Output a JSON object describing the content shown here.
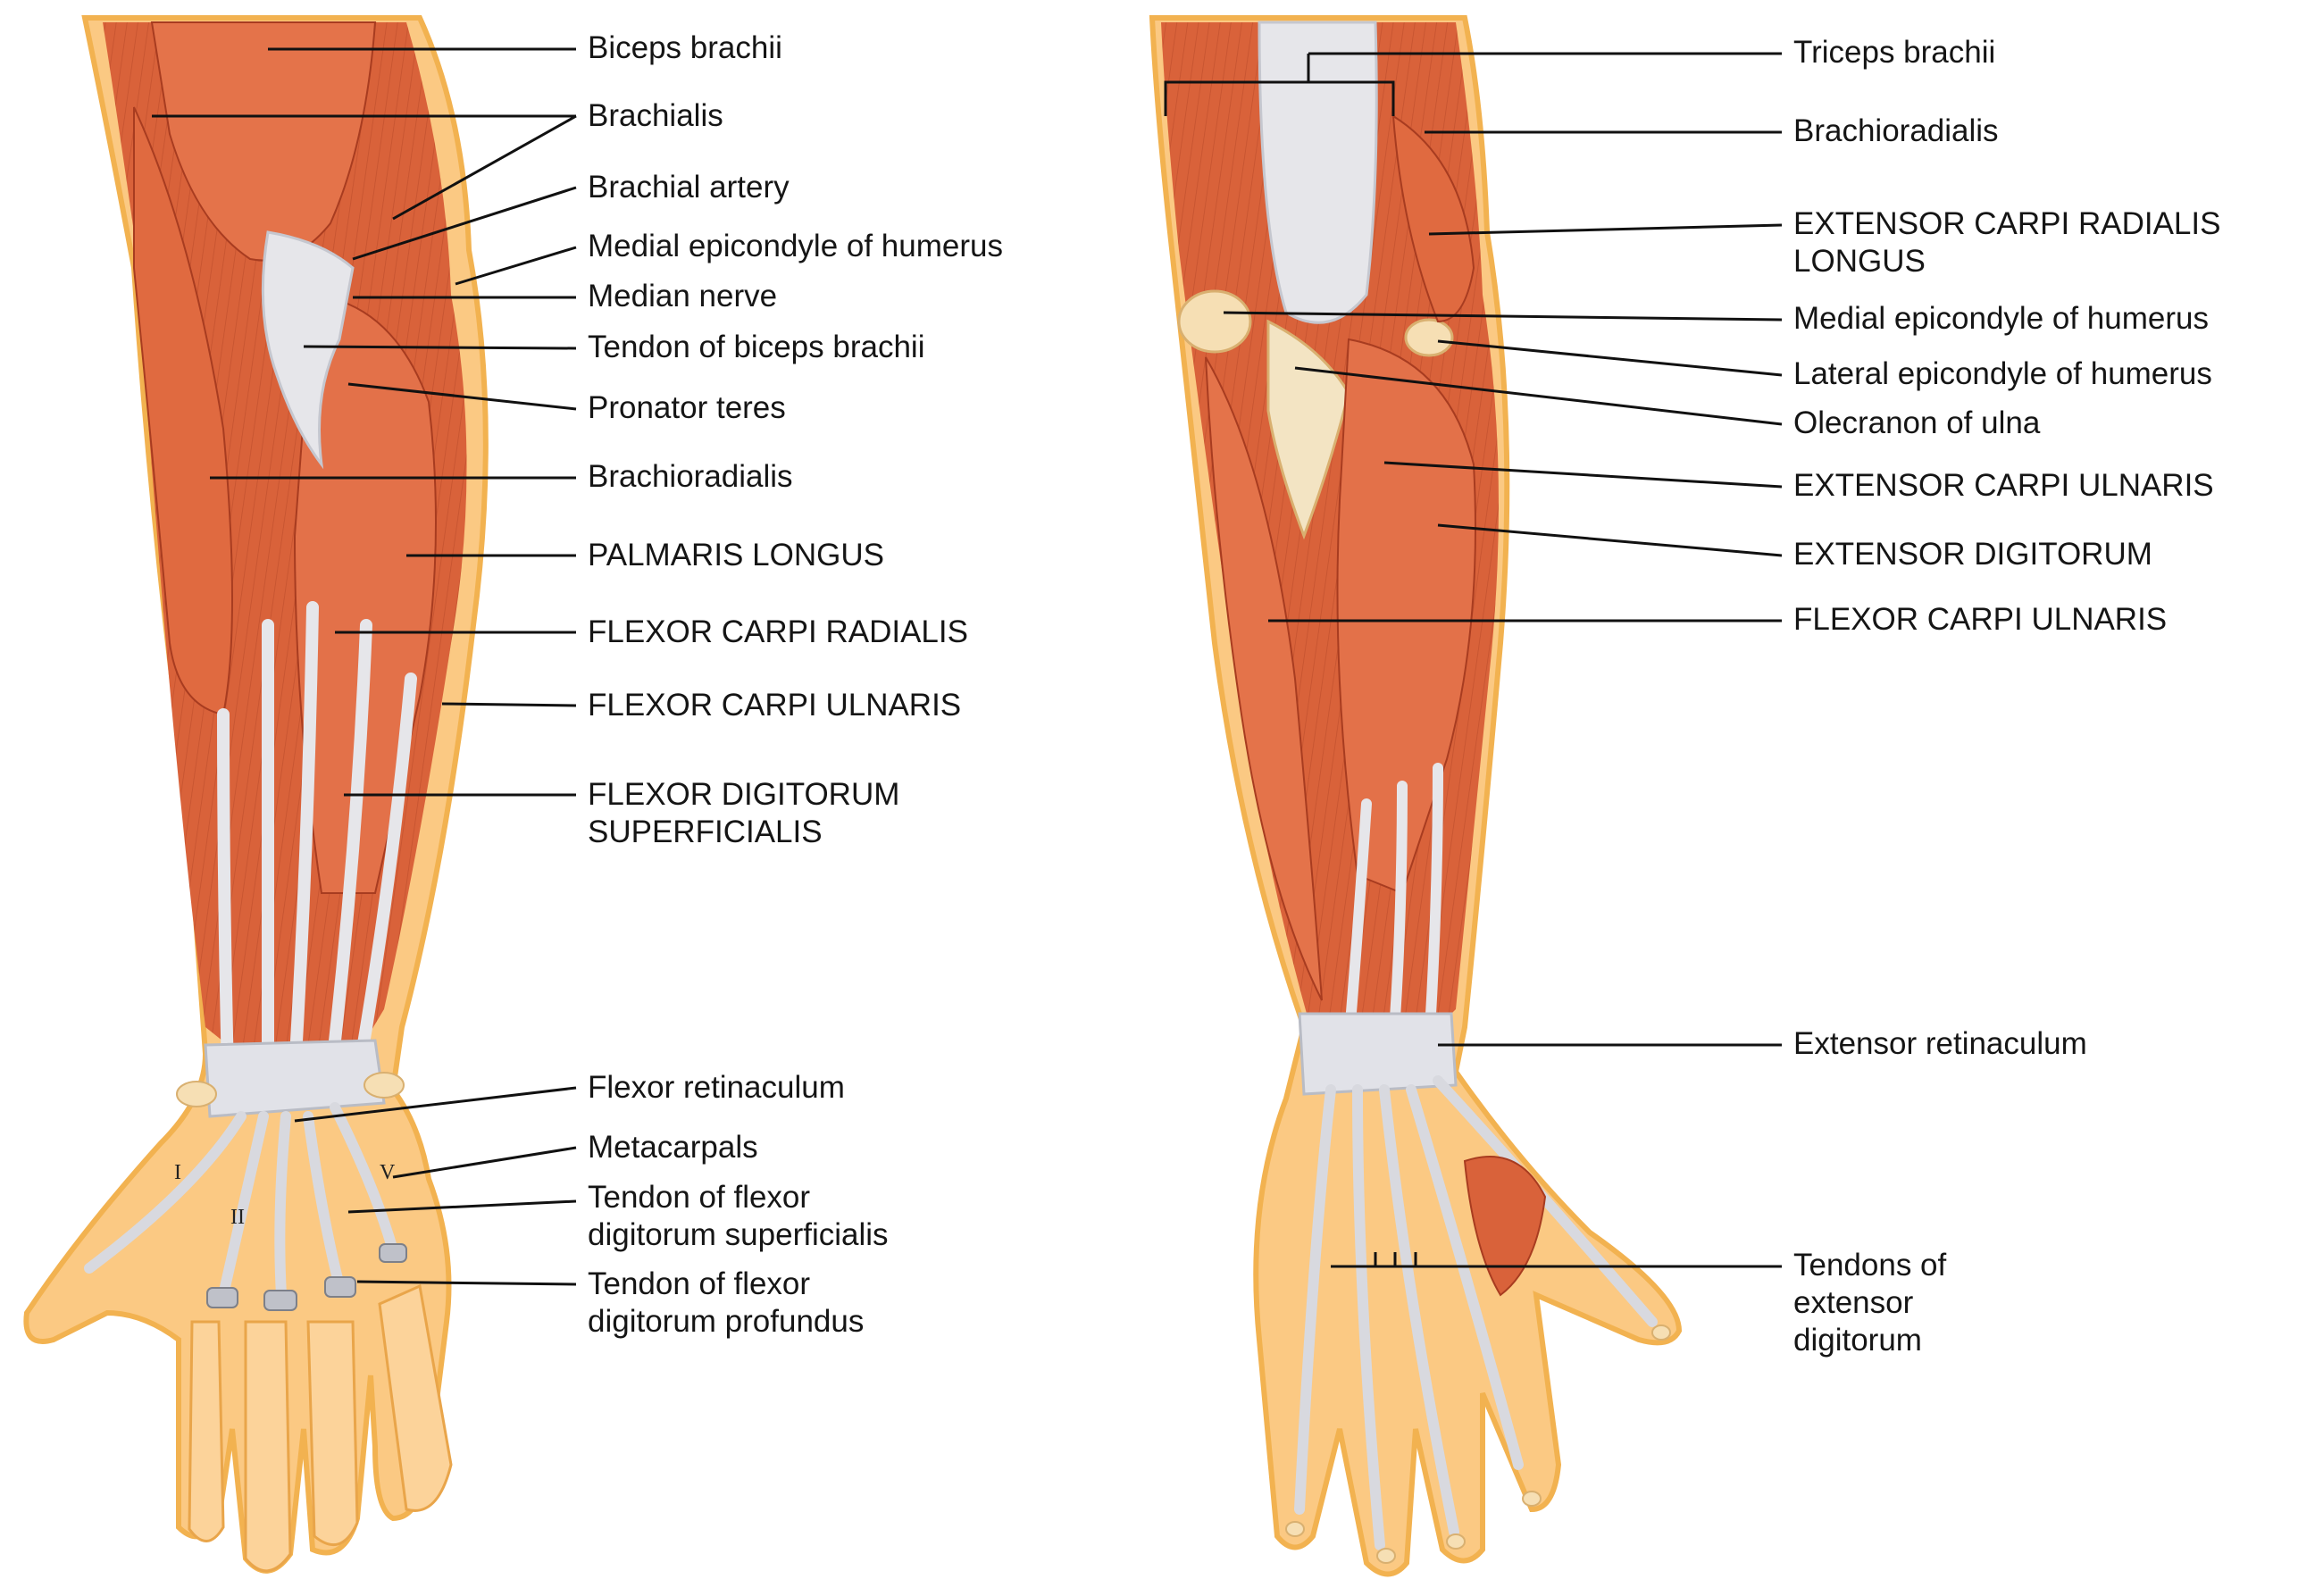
{
  "colors": {
    "muscle": "#d9623a",
    "muscle_dark": "#b8442a",
    "muscle_light": "#ee8a5c",
    "tendon": "#e6e6ea",
    "tendon_shade": "#c5c7cf",
    "skin": "#fbc983",
    "skin_outline": "#f2b250",
    "bone": "#f6dfb4",
    "line": "#111111"
  },
  "anterior_view": {
    "labels": [
      {
        "id": "biceps-brachii",
        "text": "Biceps brachii"
      },
      {
        "id": "brachialis",
        "text": "Brachialis"
      },
      {
        "id": "brachial-artery",
        "text": "Brachial artery"
      },
      {
        "id": "medial-epicondyle",
        "text": "Medial epicondyle of humerus"
      },
      {
        "id": "median-nerve",
        "text": "Median nerve"
      },
      {
        "id": "tendon-biceps",
        "text": "Tendon of biceps brachii"
      },
      {
        "id": "pronator-teres",
        "text": "Pronator teres"
      },
      {
        "id": "brachioradialis",
        "text": "Brachioradialis"
      },
      {
        "id": "palmaris-longus",
        "text": "PALMARIS LONGUS"
      },
      {
        "id": "flexor-carpi-radialis",
        "text": "FLEXOR CARPI RADIALIS"
      },
      {
        "id": "flexor-carpi-ulnaris",
        "text": "FLEXOR CARPI ULNARIS"
      },
      {
        "id": "flexor-digitorum-superficialis",
        "text": "FLEXOR DIGITORUM",
        "text2": "SUPERFICIALIS"
      },
      {
        "id": "flexor-retinaculum",
        "text": "Flexor retinaculum"
      },
      {
        "id": "metacarpals",
        "text": "Metacarpals"
      },
      {
        "id": "tendon-fds",
        "text": "Tendon of flexor",
        "text2": "digitorum superficialis"
      },
      {
        "id": "tendon-fdp",
        "text": "Tendon of flexor",
        "text2": "digitorum profundus"
      }
    ],
    "metacarpal_numerals": [
      "I",
      "II",
      "V"
    ]
  },
  "posterior_view": {
    "labels": [
      {
        "id": "triceps-brachii",
        "text": "Triceps brachii"
      },
      {
        "id": "brachioradialis",
        "text": "Brachioradialis"
      },
      {
        "id": "ecrl",
        "text": "EXTENSOR CARPI RADIALIS",
        "text2": "LONGUS"
      },
      {
        "id": "medial-epicondyle",
        "text": "Medial epicondyle of humerus"
      },
      {
        "id": "lateral-epicondyle",
        "text": "Lateral epicondyle of humerus"
      },
      {
        "id": "olecranon",
        "text": "Olecranon of ulna"
      },
      {
        "id": "ecu",
        "text": "EXTENSOR CARPI ULNARIS"
      },
      {
        "id": "extensor-digitorum",
        "text": "EXTENSOR DIGITORUM"
      },
      {
        "id": "fcu",
        "text": "FLEXOR CARPI ULNARIS"
      },
      {
        "id": "extensor-retinaculum",
        "text": "Extensor retinaculum"
      },
      {
        "id": "tendons-ed",
        "text": "Tendons of",
        "text2": "extensor",
        "text3": "digitorum"
      }
    ]
  }
}
